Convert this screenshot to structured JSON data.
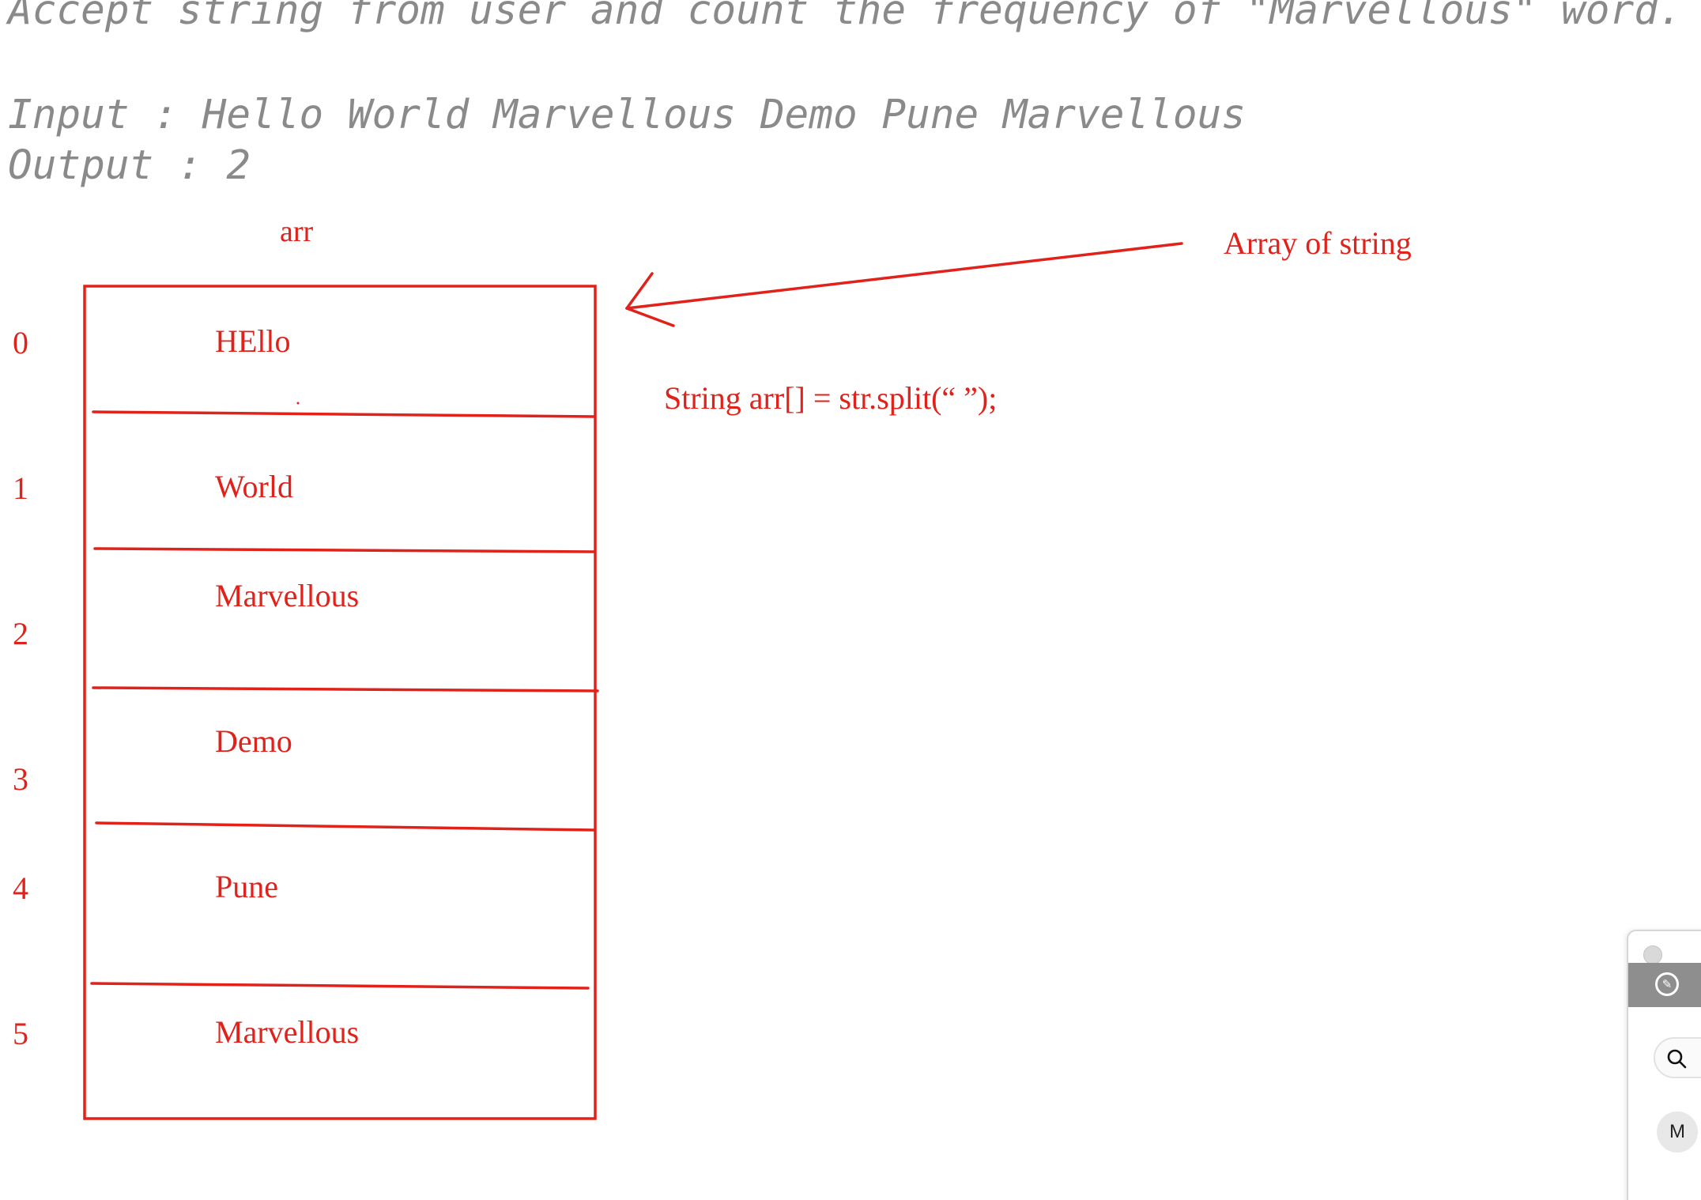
{
  "header": {
    "problem_line": "Accept string from user and count the frequency of \"Marvellous\" word.",
    "input_line": "Input : Hello World Marvellous Demo Pune Marvellous",
    "output_line": "Output : 2"
  },
  "diagram": {
    "array_name": "arr",
    "array_caption": "Array of string",
    "code_line": "String arr[] = str.split(“ ”);",
    "indices": [
      "0",
      "1",
      "2",
      "3",
      "4",
      "5"
    ],
    "cells": [
      "HEllo",
      "World",
      "Marvellous",
      "Demo",
      "Pune",
      "Marvellous"
    ]
  },
  "mini_panel": {
    "avatar_letter": "M",
    "compass_glyph": "✎",
    "colors": {
      "bar": "#8e8e8e",
      "ink": "#e0221b",
      "text_gray": "#8a8a8a"
    }
  }
}
